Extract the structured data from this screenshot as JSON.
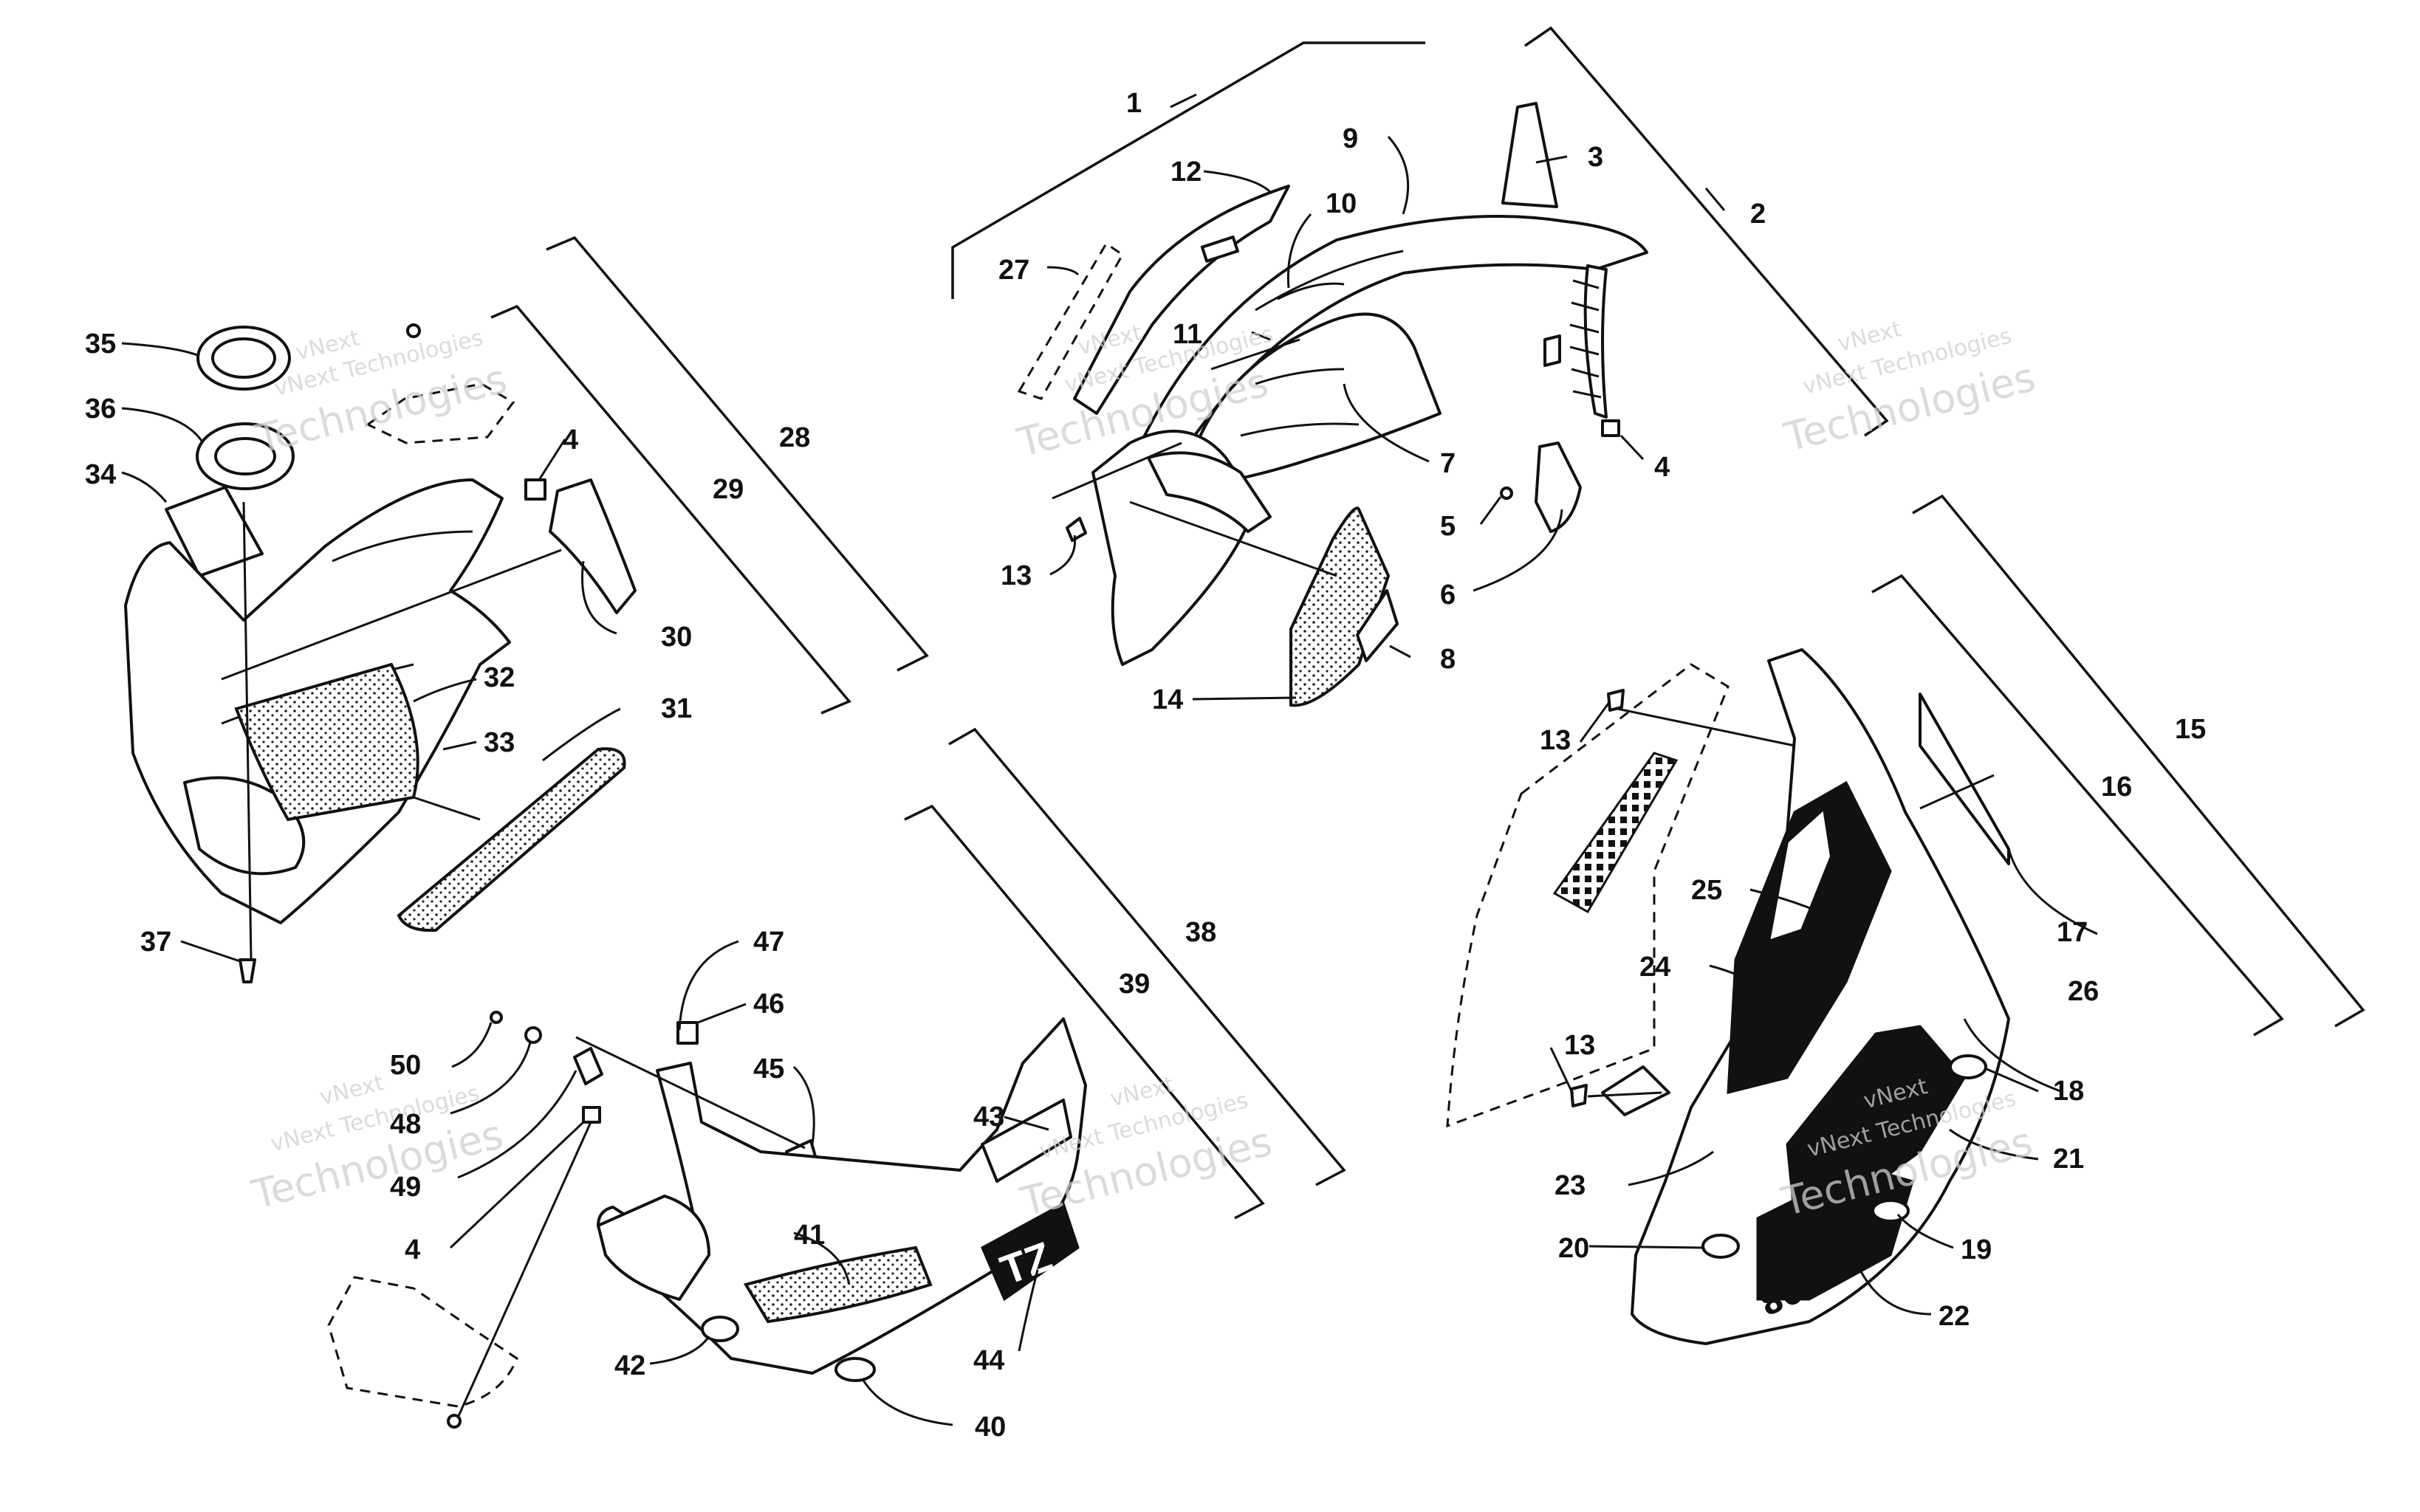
{
  "diagram": {
    "labels": [
      "1",
      "2",
      "3",
      "4",
      "5",
      "6",
      "7",
      "8",
      "9",
      "10",
      "11",
      "12",
      "13",
      "14",
      "15",
      "16",
      "17",
      "18",
      "19",
      "20",
      "21",
      "22",
      "23",
      "24",
      "25",
      "26",
      "27",
      "28",
      "29",
      "30",
      "31",
      "32",
      "33",
      "34",
      "35",
      "36",
      "37",
      "38",
      "39",
      "40",
      "41",
      "42",
      "43",
      "44",
      "45",
      "46",
      "47",
      "48",
      "49",
      "50"
    ],
    "repeat_labels": [
      "4",
      "4",
      "13",
      "13"
    ],
    "watermark": {
      "line1": "vNext",
      "line1b": "vNext Technologies",
      "line2": "Technologies"
    },
    "decals": {
      "side_logo": "TZ",
      "model_text": "8000"
    },
    "colors": {
      "ink": "#111111",
      "paper": "#ffffff",
      "watermark": "#cfcfcf"
    }
  }
}
